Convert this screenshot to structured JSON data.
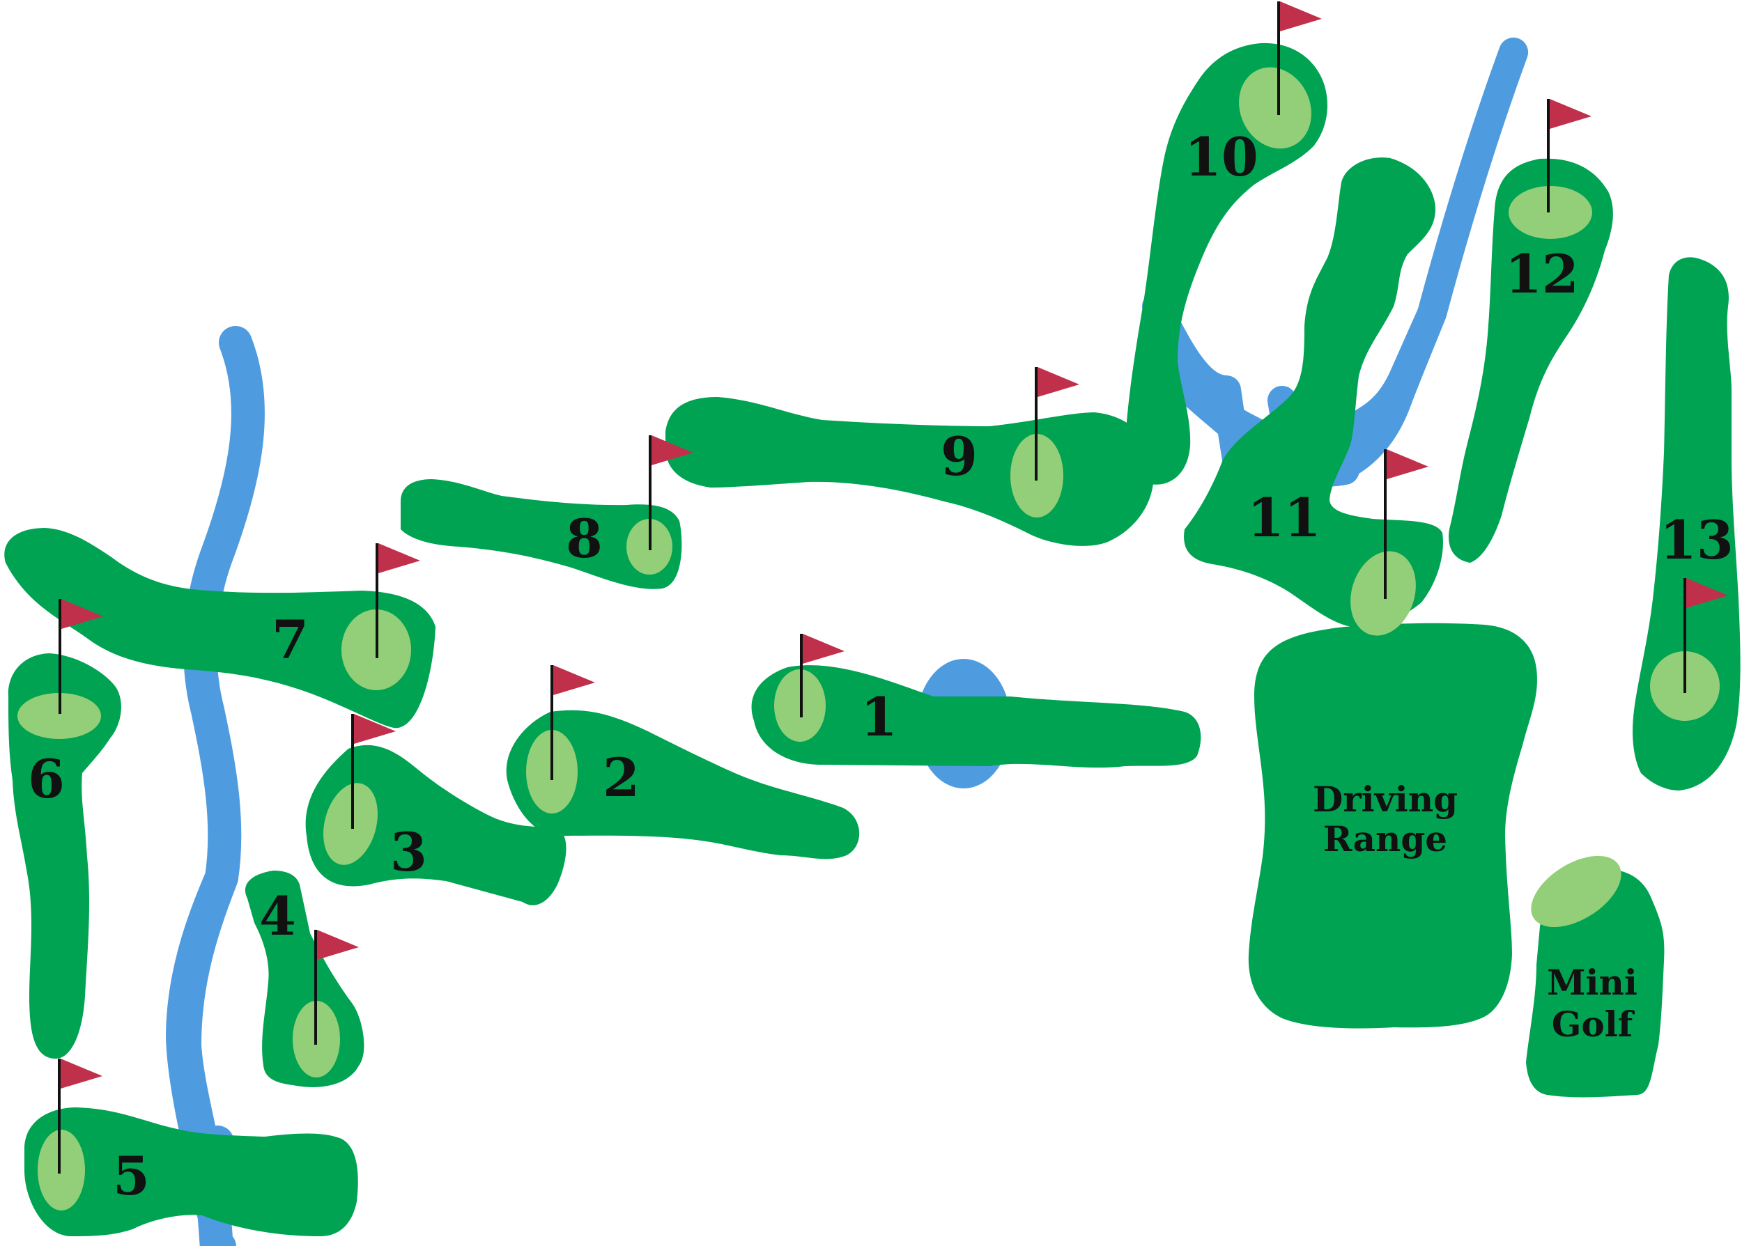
{
  "colors": {
    "fairway": "#00A352",
    "green": "#93CF78",
    "water": "#4F9BDF",
    "flag": "#C0304B",
    "pole": "#111111",
    "text": "#111111"
  },
  "holes": [
    {
      "number": "1"
    },
    {
      "number": "2"
    },
    {
      "number": "3"
    },
    {
      "number": "4"
    },
    {
      "number": "5"
    },
    {
      "number": "6"
    },
    {
      "number": "7"
    },
    {
      "number": "8"
    },
    {
      "number": "9"
    },
    {
      "number": "10"
    },
    {
      "number": "11"
    },
    {
      "number": "12"
    },
    {
      "number": "13"
    }
  ],
  "facilities": {
    "driving_range": {
      "line1": "Driving",
      "line2": "Range"
    },
    "mini_golf": {
      "line1": "Mini",
      "line2": "Golf"
    }
  }
}
